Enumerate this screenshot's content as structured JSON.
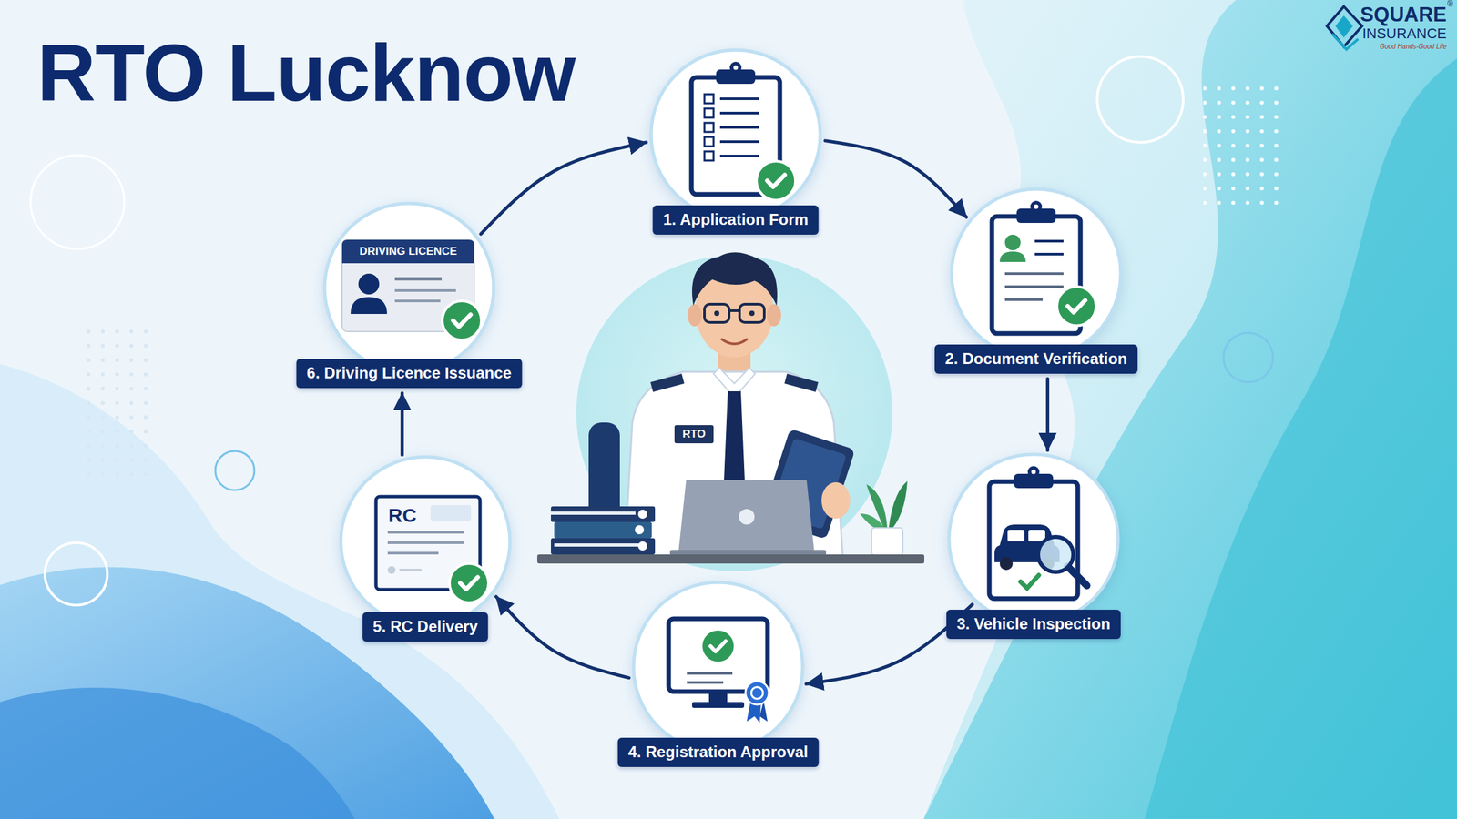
{
  "diagram": {
    "title": "RTO Lucknow",
    "nodes": [
      {
        "text": [
          "1. Application Form"
        ]
      },
      {
        "text": [
          "2. Document Verification"
        ]
      },
      {
        "text": [
          "3. Vehicle Inspection"
        ]
      },
      {
        "text": [
          "4. Registration Approval"
        ]
      },
      {
        "text": [
          "RC",
          "5. RC Delivery"
        ]
      },
      {
        "text": [
          "DRIVING LICENCE",
          "6. Driving Licence Issuance"
        ]
      }
    ],
    "edges": [
      {
        "from": 0,
        "to": 1,
        "arrow": "to"
      },
      {
        "from": 1,
        "to": 2,
        "arrow": "to"
      },
      {
        "from": 2,
        "to": 3,
        "arrow": "to"
      },
      {
        "from": 3,
        "to": 4,
        "arrow": "to"
      },
      {
        "from": 4,
        "to": 5,
        "arrow": "to"
      },
      {
        "from": 5,
        "to": 0,
        "arrow": "to"
      }
    ],
    "labels": [
      "RTO",
      "SQUARE",
      "INSURANCE",
      "Good Hands-Good Life",
      "®"
    ]
  }
}
